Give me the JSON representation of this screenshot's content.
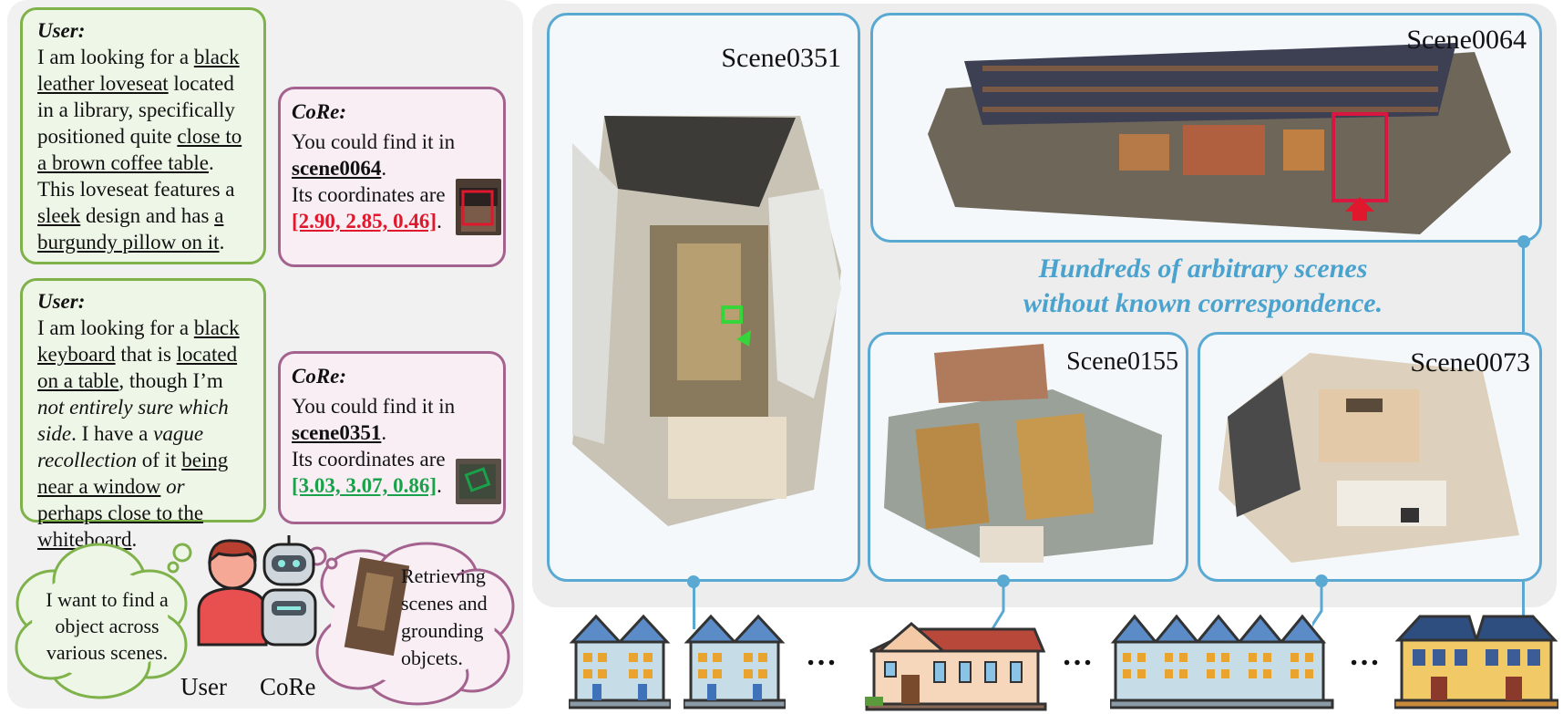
{
  "query1": {
    "role": "User:",
    "segments": [
      {
        "t": "I am looking for a ",
        "s": ""
      },
      {
        "t": "black leather loveseat",
        "s": "u"
      },
      {
        "t": " located in a library, specifically positioned quite ",
        "s": ""
      },
      {
        "t": "close to a brown coffee table",
        "s": "u"
      },
      {
        "t": ". This loveseat features a ",
        "s": ""
      },
      {
        "t": "sleek",
        "s": "u"
      },
      {
        "t": " design and has ",
        "s": ""
      },
      {
        "t": "a burgundy pillow on it",
        "s": "u"
      },
      {
        "t": ".",
        "s": ""
      }
    ]
  },
  "answer1": {
    "role": "CoRe:",
    "line1": "You could find it in",
    "scene": "scene0064",
    "line2": "Its coordinates are",
    "coords": "[2.90, 2.85, 0.46]"
  },
  "query2": {
    "role": "User:",
    "segments": [
      {
        "t": "I am looking for a ",
        "s": ""
      },
      {
        "t": "black keyboard",
        "s": "u"
      },
      {
        "t": " that is ",
        "s": ""
      },
      {
        "t": "located on a table",
        "s": "u"
      },
      {
        "t": ", though I’m ",
        "s": ""
      },
      {
        "t": "not entirely sure which side",
        "s": "i"
      },
      {
        "t": ". I have a ",
        "s": ""
      },
      {
        "t": "vague recollection",
        "s": "i"
      },
      {
        "t": " of it ",
        "s": ""
      },
      {
        "t": "being near a window",
        "s": "u"
      },
      {
        "t": " ",
        "s": ""
      },
      {
        "t": "or",
        "s": "i"
      },
      {
        "t": " ",
        "s": ""
      },
      {
        "t": "perhaps close to the whiteboard",
        "s": "u"
      },
      {
        "t": ".",
        "s": ""
      }
    ]
  },
  "answer2": {
    "role": "CoRe:",
    "line1": "You could find it in",
    "scene": "scene0351",
    "line2": "Its coordinates are",
    "coords": "[3.03, 3.07, 0.86]"
  },
  "thought_user": "I want to find a object across various scenes.",
  "thought_core": "Retrieving scenes and grounding objcets.",
  "label_user": "User",
  "label_core": "CoRe",
  "scenes": {
    "s0351": "Scene0351",
    "s0064": "Scene0064",
    "s0155": "Scene0155",
    "s0073": "Scene0073"
  },
  "caption_line1": "Hundreds of arbitrary scenes",
  "caption_line2": "without known correspondence.",
  "ellipsis": "…",
  "icons": [
    "person-icon",
    "robot-icon",
    "bookshelf-building-icon",
    "house-icon",
    "library-building-icon"
  ],
  "colors": {
    "user_border": "#7fb24a",
    "core_border": "#a4628e",
    "scene_border": "#5aa9d3",
    "red": "#e0182d",
    "green": "#1aa24a"
  }
}
